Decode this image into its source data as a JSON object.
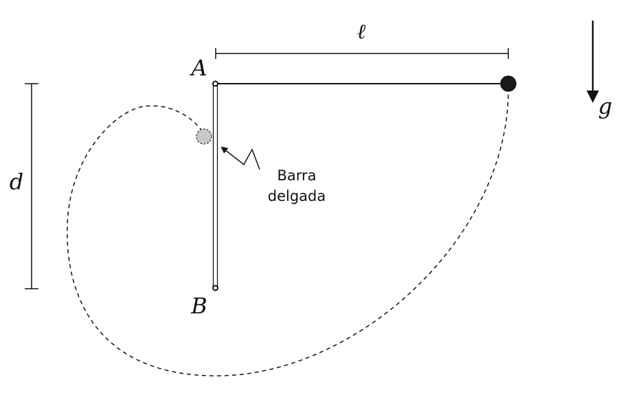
{
  "labels": {
    "point_a": "A",
    "point_b": "B",
    "length": "ℓ",
    "distance": "d",
    "gravity": "g",
    "rod_caption_line1": "Barra",
    "rod_caption_line2": "delgada"
  },
  "colors": {
    "stroke": "#111111",
    "bob_fill": "#1a1a1a",
    "ghost_bob_fill": "#c8c8c8",
    "background": "#ffffff"
  }
}
